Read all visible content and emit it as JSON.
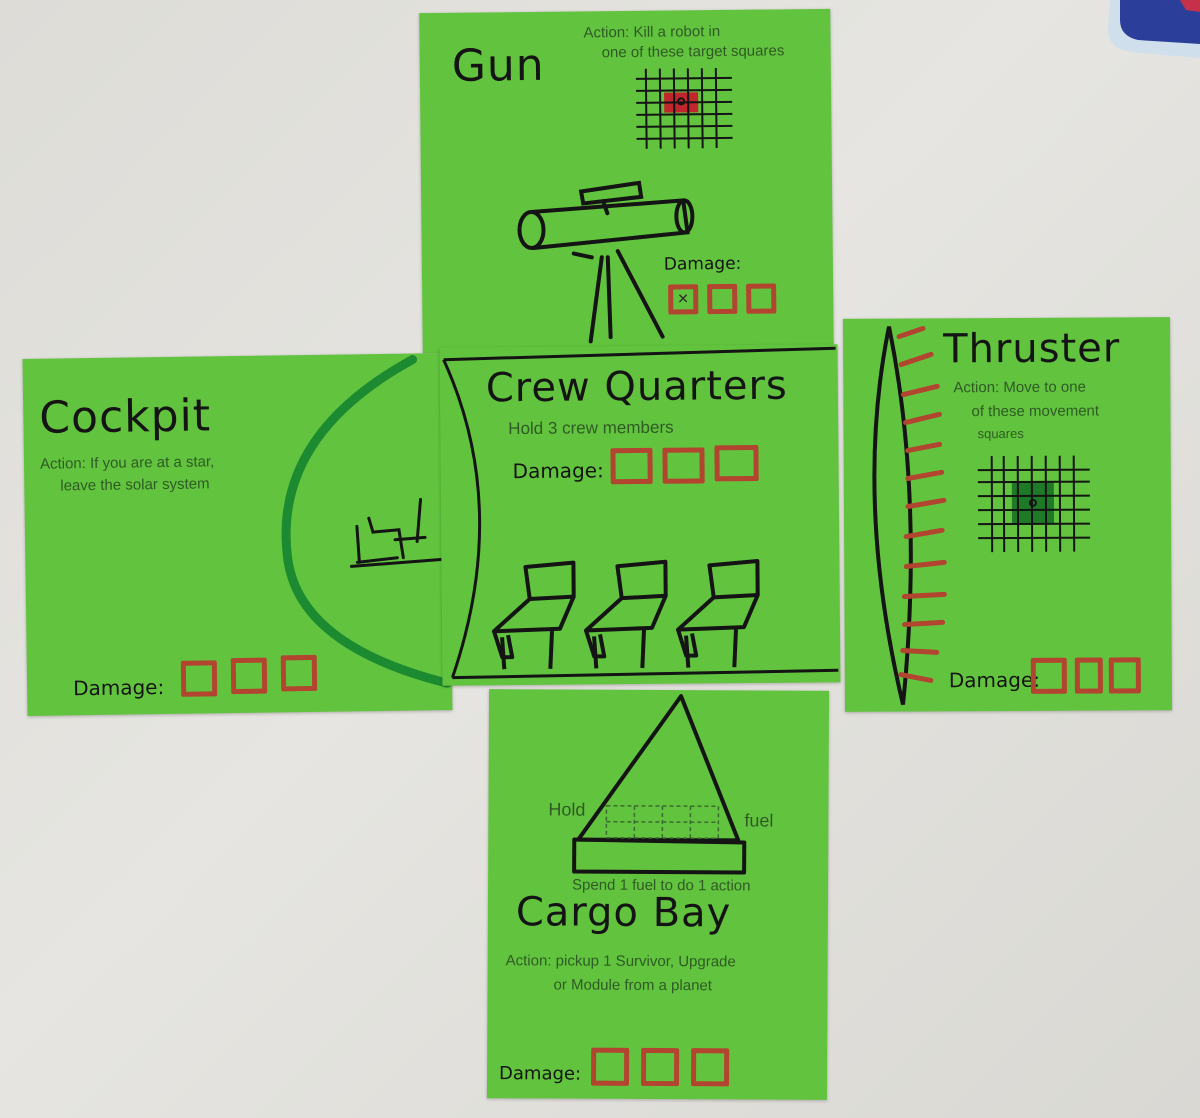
{
  "cards": {
    "gun": {
      "title": "Gun",
      "action": [
        "Action: Kill a robot in",
        "one of these target squares"
      ],
      "damage_label": "Damage:",
      "damage_boxes": 3,
      "damage_marked": 1
    },
    "cockpit": {
      "title": "Cockpit",
      "action": [
        "Action: If you are at a star,",
        "leave the solar system"
      ],
      "damage_label": "Damage:",
      "damage_boxes": 3
    },
    "crew": {
      "title": "Crew Quarters",
      "subtitle": "Hold 3 crew members",
      "damage_label": "Damage:",
      "damage_boxes": 3
    },
    "thruster": {
      "title": "Thruster",
      "action": [
        "Action: Move to one",
        "of these movement",
        "squares"
      ],
      "damage_label": "Damage:",
      "damage_boxes": 3
    },
    "cargo": {
      "title": "Cargo Bay",
      "hold_label": "Hold",
      "fuel_label": "fuel",
      "spend_note": "Spend 1 fuel to do 1 action",
      "action": [
        "Action: pickup 1 Survivor, Upgrade",
        "or Module from a planet"
      ],
      "damage_label": "Damage:",
      "damage_boxes": 3
    }
  },
  "colors": {
    "card": "#62c43e",
    "ink": "#141414",
    "damage_red": "#b2452f",
    "grid_red": "#c0262c",
    "grid_green": "#1e7a26",
    "arc_green": "#1c8a30"
  }
}
